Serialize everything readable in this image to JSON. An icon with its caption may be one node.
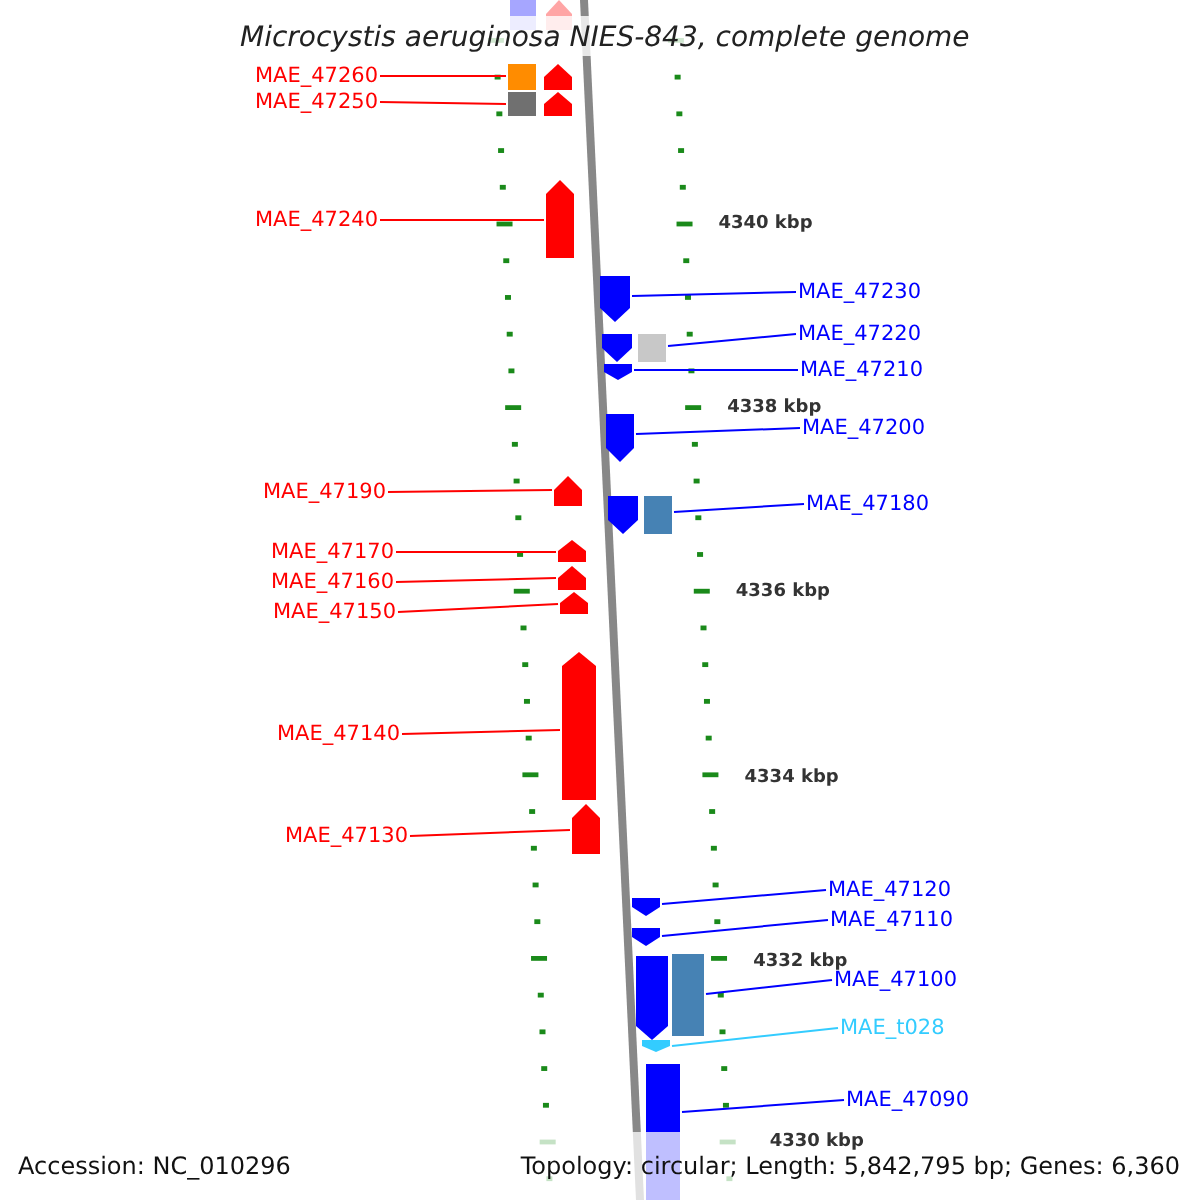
{
  "diagram": {
    "title": "Microcystis aeruginosa NIES-843, complete genome",
    "nodes": [
      {
        "text": [],
        "shape": "bar"
      },
      {
        "text": [],
        "shape": "box"
      },
      {
        "text": [],
        "shape": "pentagon"
      },
      {
        "text": [
          "MAE_47260"
        ]
      },
      {
        "text": [],
        "shape": "box"
      },
      {
        "text": [],
        "shape": "pentagon"
      },
      {
        "text": [
          "MAE_47250"
        ]
      },
      {
        "text": [],
        "shape": "box"
      },
      {
        "text": [],
        "shape": "pentagon"
      },
      {
        "text": [
          "MAE_47240"
        ]
      },
      {
        "text": [],
        "shape": "pentagon"
      },
      {
        "text": [],
        "shape": "pentagon"
      },
      {
        "text": [
          "MAE_47230"
        ]
      },
      {
        "text": [],
        "shape": "pentagon"
      },
      {
        "text": [],
        "shape": "box"
      },
      {
        "text": [
          "MAE_47220"
        ]
      },
      {
        "text": [],
        "shape": "pentagon"
      },
      {
        "text": [
          "MAE_47210"
        ]
      },
      {
        "text": [],
        "shape": "pentagon"
      },
      {
        "text": [
          "MAE_47200"
        ]
      },
      {
        "text": [],
        "shape": "pentagon"
      },
      {
        "text": [
          "MAE_47190"
        ]
      },
      {
        "text": [],
        "shape": "pentagon"
      },
      {
        "text": [],
        "shape": "box"
      },
      {
        "text": [
          "MAE_47180"
        ]
      },
      {
        "text": [
          "MAE_47170"
        ]
      },
      {
        "text": [],
        "shape": "pentagon"
      },
      {
        "text": [
          "MAE_47160"
        ]
      },
      {
        "text": [],
        "shape": "pentagon"
      },
      {
        "text": [
          "MAE_47150"
        ]
      },
      {
        "text": [],
        "shape": "pentagon"
      },
      {
        "text": [],
        "shape": "pentagon"
      },
      {
        "text": [
          "MAE_47140"
        ]
      },
      {
        "text": [],
        "shape": "pentagon"
      },
      {
        "text": [
          "MAE_47130"
        ]
      },
      {
        "text": [
          "MAE_47120"
        ]
      },
      {
        "text": [],
        "shape": "pentagon"
      },
      {
        "text": [
          "MAE_47110"
        ]
      },
      {
        "text": [],
        "shape": "pentagon"
      },
      {
        "text": [],
        "shape": "pentagon"
      },
      {
        "text": [],
        "shape": "box"
      },
      {
        "text": [
          "MAE_47100"
        ]
      },
      {
        "text": [
          "MAE_t028"
        ]
      },
      {
        "text": [],
        "shape": "pentagon"
      },
      {
        "text": [],
        "shape": "bar"
      },
      {
        "text": [
          "MAE_47090"
        ]
      }
    ],
    "edges": [
      {
        "from": 3,
        "to": 4,
        "arrow": "none",
        "color": "#ff0000"
      },
      {
        "from": 6,
        "to": 7,
        "arrow": "none",
        "color": "#ff0000"
      },
      {
        "from": 9,
        "to": 10,
        "arrow": "none",
        "color": "#ff0000"
      },
      {
        "from": 12,
        "to": 11,
        "arrow": "none",
        "color": "#0000ff"
      },
      {
        "from": 15,
        "to": 14,
        "arrow": "none",
        "color": "#0000ff"
      },
      {
        "from": 17,
        "to": 16,
        "arrow": "none",
        "color": "#0000ff"
      },
      {
        "from": 19,
        "to": 18,
        "arrow": "none",
        "color": "#0000ff"
      },
      {
        "from": 21,
        "to": 20,
        "arrow": "none",
        "color": "#ff0000"
      },
      {
        "from": 24,
        "to": 23,
        "arrow": "none",
        "color": "#0000ff"
      },
      {
        "from": 25,
        "to": 26,
        "arrow": "none",
        "color": "#ff0000"
      },
      {
        "from": 27,
        "to": 28,
        "arrow": "none",
        "color": "#ff0000"
      },
      {
        "from": 29,
        "to": 30,
        "arrow": "none",
        "color": "#ff0000"
      },
      {
        "from": 32,
        "to": 31,
        "arrow": "none",
        "color": "#ff0000"
      },
      {
        "from": 34,
        "to": 33,
        "arrow": "none",
        "color": "#ff0000"
      },
      {
        "from": 35,
        "to": 36,
        "arrow": "none",
        "color": "#0000ff"
      },
      {
        "from": 37,
        "to": 38,
        "arrow": "none",
        "color": "#0000ff"
      },
      {
        "from": 41,
        "to": 40,
        "arrow": "none",
        "color": "#0000ff"
      },
      {
        "from": 42,
        "to": 43,
        "arrow": "none",
        "color": "#33ccff"
      },
      {
        "from": 45,
        "to": 44,
        "arrow": "none",
        "color": "#0000ff"
      }
    ],
    "labels": [
      "4340 kbp",
      "4338 kbp",
      "4336 kbp",
      "4334 kbp",
      "4332 kbp",
      "4330 kbp",
      "Accession: NC_010296",
      "Topology: circular; Length: 5,842,795 bp; Genes: 6,360"
    ]
  }
}
